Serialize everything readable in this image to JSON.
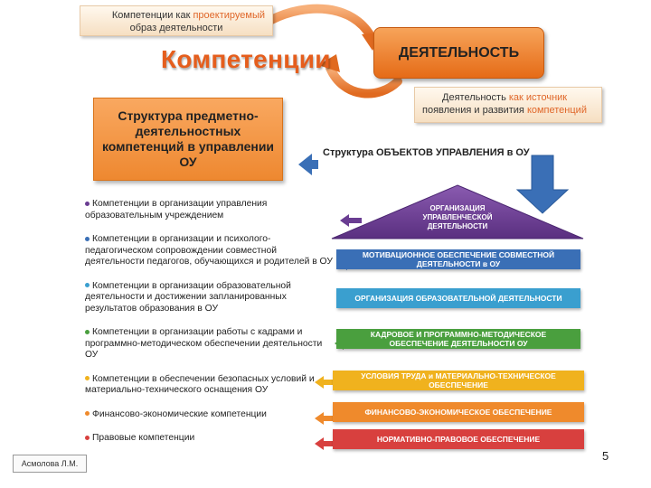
{
  "top_note": {
    "prefix": "Компетенции как ",
    "highlight": "проектируемый",
    "line2": "образ деятельности"
  },
  "activity_box": "ДЕЯТЕЛЬНОСТЬ",
  "competencies_title": "Компетенции",
  "right_note": {
    "prefix": "Деятельность ",
    "highlight1": "как источник",
    "line2_prefix": "появления и развития ",
    "highlight2": "компетенций"
  },
  "structure_box": "Структура предметно-деятельностных компетенций в управлении ОУ",
  "objects_label": "Структура ОБЪЕКТОВ УПРАВЛЕНИЯ в ОУ",
  "triangle_label": "ОРГАНИЗАЦИЯ УПРАВЛЕНЧЕСКОЙ ДЕЯТЕЛЬНОСТИ",
  "bars": [
    {
      "label": "МОТИВАЦИОННОЕ ОБЕСПЕЧЕНИЕ СОВМЕСТНОЙ ДЕЯТЕЛЬНОСТИ в ОУ",
      "color": "#3a6fb6"
    },
    {
      "label": "ОРГАНИЗАЦИЯ ОБРАЗОВАТЕЛЬНОЙ ДЕЯТЕЛЬНОСТИ",
      "color": "#3a9fcf"
    },
    {
      "label": "КАДРОВОЕ И ПРОГРАММНО-МЕТОДИЧЕСКОЕ ОБЕСПЕЧЕНИЕ ДЕЯТЕЛЬНОСТИ ОУ",
      "color": "#4a9f3e"
    },
    {
      "label": "УСЛОВИЯ ТРУДА и МАТЕРИАЛЬНО-ТЕХНИЧЕСКОЕ ОБЕСПЕЧЕНИЕ",
      "color": "#f0b21e"
    },
    {
      "label": "ФИНАНСОВО-ЭКОНОМИЧЕСКОЕ ОБЕСПЕЧЕНИЕ",
      "color": "#ef8a2c"
    },
    {
      "label": "НОРМАТИВНО-ПРАВОВОЕ ОБЕСПЕЧЕНИЕ",
      "color": "#d8403e"
    }
  ],
  "items": [
    {
      "text": "Компетенции в организации управления образовательным учреждением",
      "color": "#6a3d92"
    },
    {
      "text": "Компетенции в организации и психолого-педагогическом сопровождении совместной деятельности педагогов, обучающихся и родителей в ОУ",
      "color": "#3a6fb6"
    },
    {
      "text": "Компетенции в организации образовательной деятельности и достижении запланированных результатов образования в ОУ",
      "color": "#3a9fcf"
    },
    {
      "text": "Компетенции в организации работы с кадрами и программно-методическом обеспечении деятельности ОУ",
      "color": "#4a9f3e"
    },
    {
      "text": "Компетенции в обеспечении безопасных условий и материально-технического оснащения ОУ",
      "color": "#f0b21e"
    },
    {
      "text": "Финансово-экономические компетенции",
      "color": "#ef8a2c"
    },
    {
      "text": "Правовые компетенции",
      "color": "#d8403e"
    }
  ],
  "author": "Асмолова Л.М.",
  "page_number": "5"
}
